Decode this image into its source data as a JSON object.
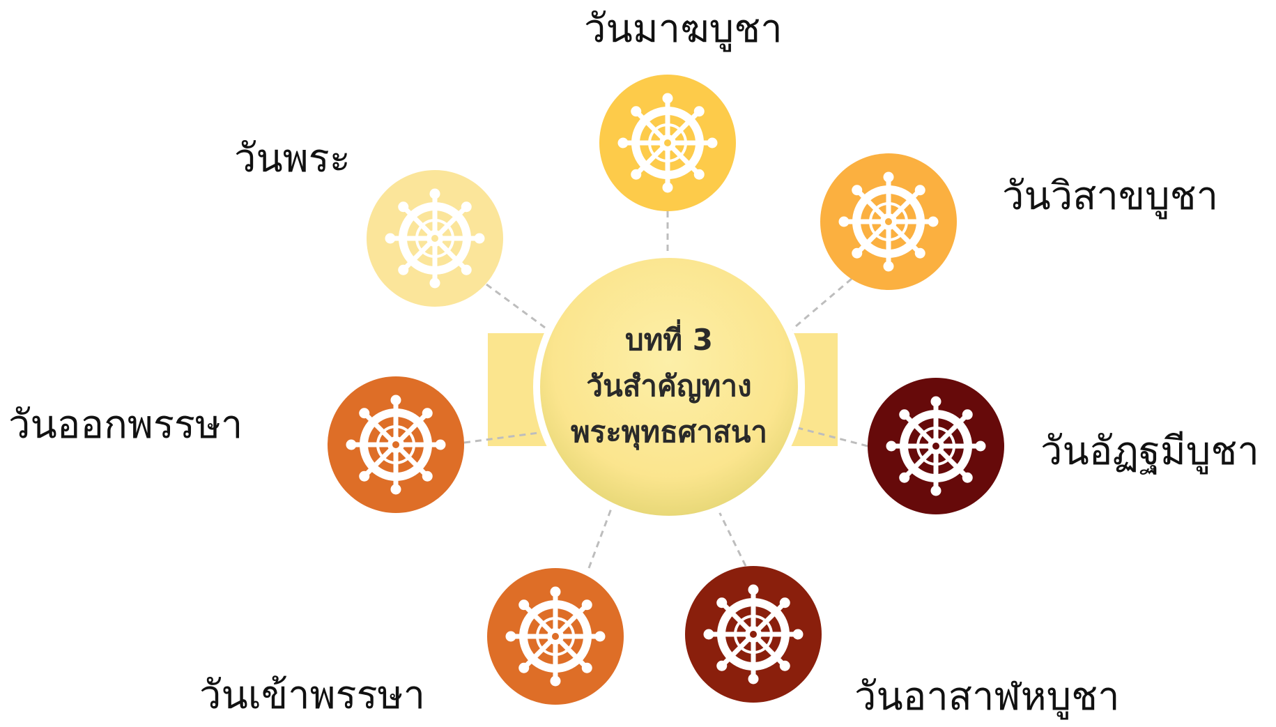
{
  "center": {
    "lines": [
      "บทที่ 3",
      "วันสำคัญทาง",
      "พระพุทธศาสนา"
    ]
  },
  "nodes": [
    {
      "id": "makha",
      "label": "วันมาฆบูชา",
      "color": "#FDCB4A",
      "icon": "dharma-wheel-icon"
    },
    {
      "id": "visakha",
      "label": "วันวิสาขบูชา",
      "color": "#FBB040",
      "icon": "dharma-wheel-icon"
    },
    {
      "id": "atthami",
      "label": "วันอัฏฐมีบูชา",
      "color": "#660A0A",
      "icon": "dharma-wheel-icon"
    },
    {
      "id": "asalha",
      "label": "วันอาสาฬหบูชา",
      "color": "#8A1F0C",
      "icon": "dharma-wheel-icon"
    },
    {
      "id": "khao-phansa",
      "label": "วันเข้าพรรษา",
      "color": "#DE6E27",
      "icon": "dharma-wheel-icon"
    },
    {
      "id": "ok-phansa",
      "label": "วันออกพรรษา",
      "color": "#DE6E27",
      "icon": "dharma-wheel-icon"
    },
    {
      "id": "wan-phra",
      "label": "วันพระ",
      "color": "#FBE59A",
      "icon": "dharma-wheel-icon"
    }
  ],
  "colors": {
    "center_fill": "#FBE58E",
    "center_band": "#FBE58E",
    "connector": "#BDBDBD",
    "wheel": "#FFFFFF"
  }
}
